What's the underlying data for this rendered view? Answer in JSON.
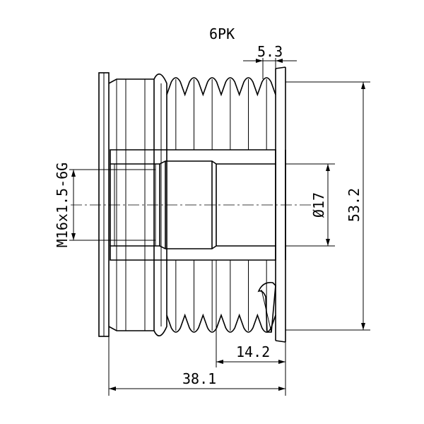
{
  "labels": {
    "belt": "6PK",
    "groove_width": "5.3",
    "thread": "M16x1.5-6G",
    "bore": "Ø17",
    "outer_diameter": "53.2",
    "hub_length": "14.2",
    "overall_length": "38.1"
  },
  "colors": {
    "line": "#000000",
    "background": "#ffffff"
  }
}
